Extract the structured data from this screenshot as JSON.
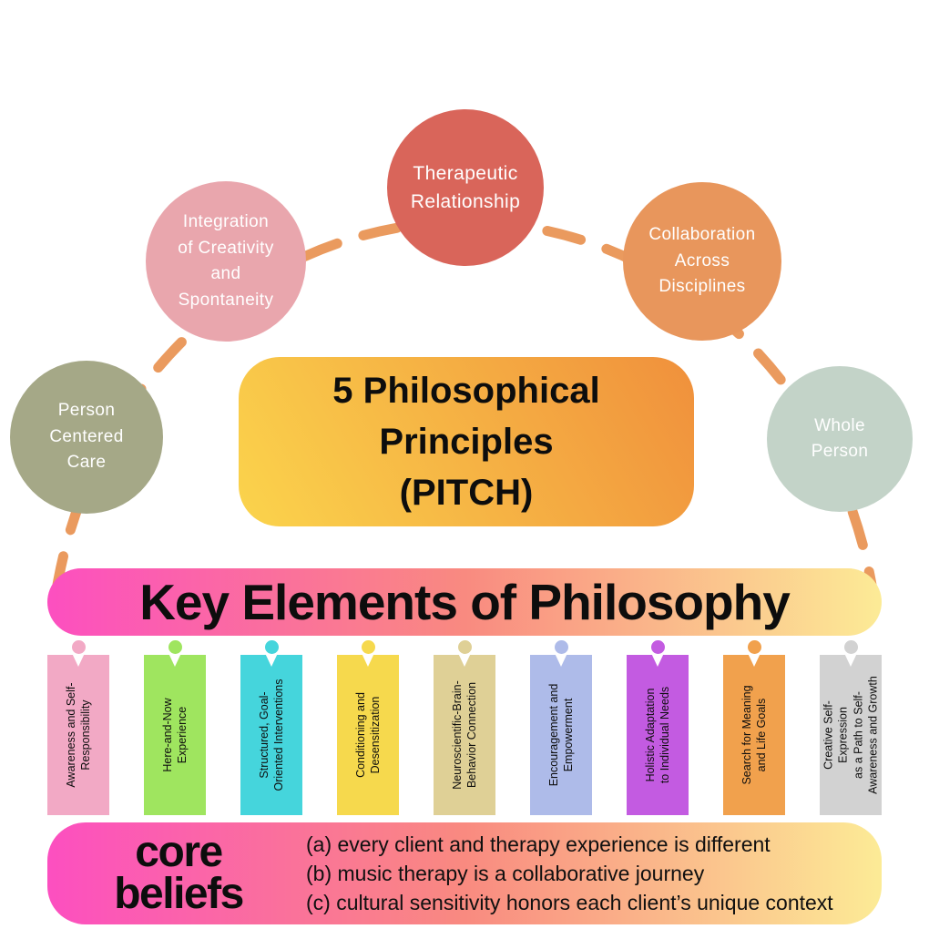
{
  "colors": {
    "background": "#FFFFFF",
    "arc_dash": "#EA9A5E",
    "center_box_gradient": [
      "#FBD44C",
      "#F0903C"
    ],
    "banner_gradient": [
      "#FC4FC0",
      "#F98A80",
      "#FCEB96"
    ]
  },
  "principles": {
    "center": {
      "title": "5 Philosophical\nPrinciples\n(PITCH)"
    },
    "circles": [
      {
        "id": "person-centered-care",
        "label": "Person\nCentered\nCare",
        "color": "#A5A887"
      },
      {
        "id": "integration-creativity-spontaneity",
        "label": "Integration\nof Creativity\nand\nSpontaneity",
        "color": "#E9A6AD"
      },
      {
        "id": "therapeutic-relationship",
        "label": "Therapeutic\nRelationship",
        "color": "#D9655A"
      },
      {
        "id": "collaboration-across-disciplines",
        "label": "Collaboration\nAcross\nDisciplines",
        "color": "#E8965C"
      },
      {
        "id": "whole-person",
        "label": "Whole\nPerson",
        "color": "#C3D3C8"
      }
    ]
  },
  "key_elements": {
    "title": "Key Elements of Philosophy",
    "items": [
      {
        "label": "Awareness and Self-\nResponsibility",
        "color": "#F2A9C5"
      },
      {
        "label": "Here-and-Now\nExperience",
        "color": "#9FE55F"
      },
      {
        "label": "Structured, Goal-\nOriented Interventions",
        "color": "#45D5DC"
      },
      {
        "label": "Conditioning and\nDesensitization",
        "color": "#F6D94D"
      },
      {
        "label": "Neuroscientific-Brain-\nBehavior Connection",
        "color": "#DFD096"
      },
      {
        "label": "Encouragement and\nEmpowerment",
        "color": "#AEBBE9"
      },
      {
        "label": "Holistic Adaptation\nto Individual Needs",
        "color": "#C35BE1"
      },
      {
        "label": "Search for Meaning\nand Life Goals",
        "color": "#F1A14D"
      },
      {
        "label": "Creative Self-\nExpression\nas a Path to Self-\nAwareness and Growth",
        "color": "#D2D2D2"
      }
    ]
  },
  "core_beliefs": {
    "title": "core\nbeliefs",
    "beliefs": [
      "(a) every client and therapy experience is different",
      "(b) music therapy is a collaborative journey",
      "(c) cultural sensitivity honors each client’s unique context"
    ]
  }
}
